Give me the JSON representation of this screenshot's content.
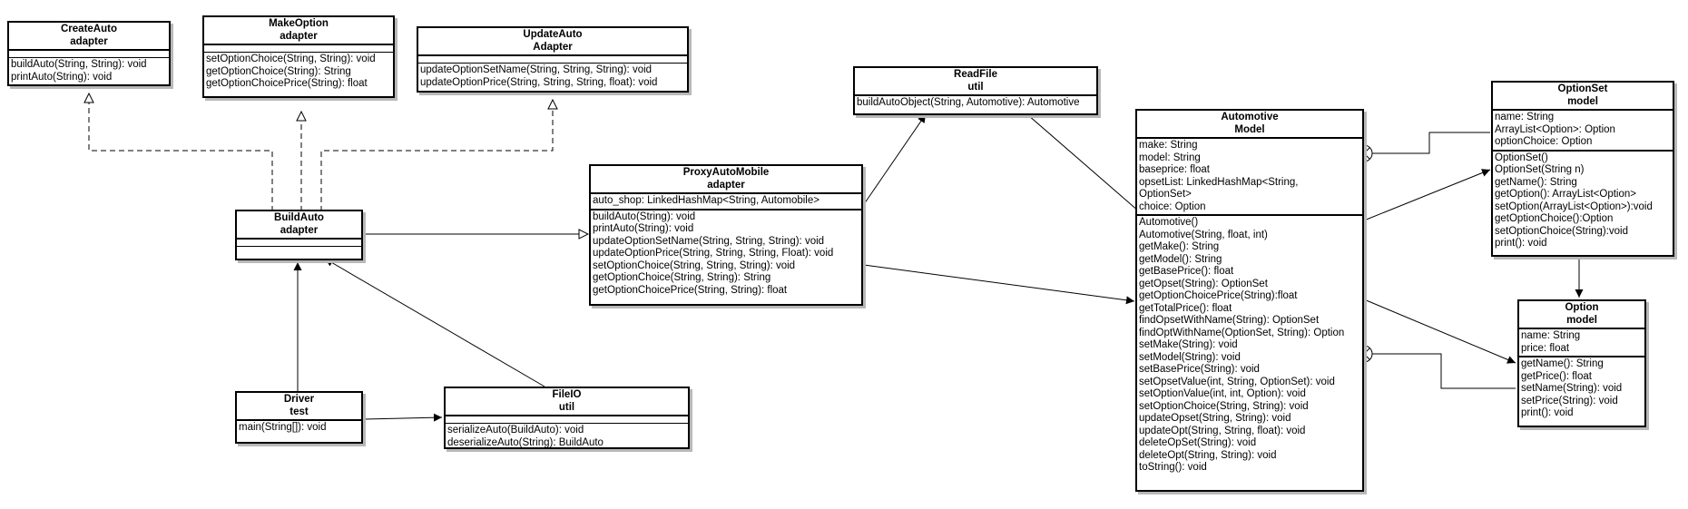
{
  "classes": {
    "createauto": {
      "name": "CreateAuto",
      "stereotype": "adapter",
      "attributes": [],
      "methods": [
        "buildAuto(String, String): void",
        "printAuto(String): void"
      ]
    },
    "makeoption": {
      "name": "MakeOption",
      "stereotype": "adapter",
      "attributes": [],
      "methods": [
        "setOptionChoice(String, String): void",
        "getOptionChoice(String): String",
        "getOptionChoicePrice(String): float"
      ]
    },
    "updateauto": {
      "name": "UpdateAuto",
      "stereotype": "Adapter",
      "attributes": [],
      "methods": [
        "updateOptionSetName(String, String, String): void",
        "updateOptionPrice(String, String, String, float): void"
      ]
    },
    "readfile": {
      "name": "ReadFile",
      "stereotype": "util",
      "attributes": [],
      "methods": [
        "buildAutoObject(String, Automotive): Automotive"
      ]
    },
    "buildauto": {
      "name": "BuildAuto",
      "stereotype": "adapter",
      "attributes": [],
      "methods": []
    },
    "proxy": {
      "name": "ProxyAutoMobile",
      "stereotype": "adapter",
      "attributes": [
        "auto_shop: LinkedHashMap<String, Automobile>"
      ],
      "methods": [
        "buildAuto(String): void",
        "printAuto(String): void",
        "updateOptionSetName(String, String, String): void",
        "updateOptionPrice(String, String, String, Float): void",
        "setOptionChoice(String, String, String): void",
        "getOptionChoice(String, String): String",
        "getOptionChoicePrice(String, String): float"
      ]
    },
    "automotive": {
      "name": "Automotive",
      "stereotype": "Model",
      "attributes": [
        "make: String",
        "model: String",
        "baseprice: float",
        "opsetList: LinkedHashMap<String,",
        "OptionSet>",
        "choice: Option"
      ],
      "methods": [
        "Automotive()",
        "Automotive(String, float, int)",
        "getMake(): String",
        "getModel(): String",
        "getBasePrice(): float",
        "getOpset(String): OptionSet",
        "getOptionChoicePrice(String):float",
        "getTotalPrice(): float",
        "findOpsetWithName(String): OptionSet",
        "findOptWithName(OptionSet, String): Option",
        "setMake(String): void",
        "setModel(String): void",
        "setBasePrice(String): void",
        "setOpsetValue(int, String, OptionSet): void",
        "setOptionValue(int, int, Option): void",
        "setOptionChoice(String, String): void",
        "updateOpset(String, String): void",
        "updateOpt(String, String, float): void",
        "deleteOpSet(String): void",
        "deleteOpt(String, String): void",
        "toString(): void"
      ]
    },
    "optionset": {
      "name": "OptionSet",
      "stereotype": "model",
      "attributes": [
        "name: String",
        "ArrayList<Option>: Option",
        "optionChoice: Option"
      ],
      "methods": [
        "OptionSet()",
        "OptionSet(String n)",
        "getName(): String",
        "getOption(): ArrayList<Option>",
        "setOption(ArrayList<Option>):void",
        "getOptionChoice():Option",
        "setOptionChoice(String):void",
        "print(): void"
      ]
    },
    "option": {
      "name": "Option",
      "stereotype": "model",
      "attributes": [
        "name: String",
        "price: float"
      ],
      "methods": [
        "getName(): String",
        "getPrice(): float",
        "setName(String): void",
        "setPrice(String): void",
        "print(): void"
      ]
    },
    "driver": {
      "name": "Driver",
      "stereotype": "test",
      "attributes": [],
      "methods": [
        "main(String[]): void"
      ]
    },
    "fileio": {
      "name": "FileIO",
      "stereotype": "util",
      "attributes": [],
      "methods": [
        "serializeAuto(BuildAuto): void",
        "deserializeAuto(String): BuildAuto"
      ]
    }
  },
  "relations": [
    {
      "from": "buildauto",
      "to": "createauto",
      "type": "realization"
    },
    {
      "from": "buildauto",
      "to": "makeoption",
      "type": "realization"
    },
    {
      "from": "buildauto",
      "to": "updateauto",
      "type": "realization"
    },
    {
      "from": "buildauto",
      "to": "proxy",
      "type": "inheritance"
    },
    {
      "from": "driver",
      "to": "buildauto",
      "type": "association"
    },
    {
      "from": "fileio",
      "to": "buildauto",
      "type": "association"
    },
    {
      "from": "driver",
      "to": "fileio",
      "type": "association"
    },
    {
      "from": "proxy",
      "to": "readfile",
      "type": "association"
    },
    {
      "from": "readfile",
      "to": "automotive",
      "type": "association"
    },
    {
      "from": "proxy",
      "to": "automotive",
      "type": "association"
    },
    {
      "from": "automotive",
      "to": "optionset",
      "type": "association"
    },
    {
      "from": "automotive",
      "to": "option",
      "type": "association"
    },
    {
      "from": "optionset",
      "to": "option",
      "type": "association"
    },
    {
      "from": "automotive",
      "to": "optionset",
      "type": "containment"
    },
    {
      "from": "automotive",
      "to": "option",
      "type": "containment"
    }
  ]
}
